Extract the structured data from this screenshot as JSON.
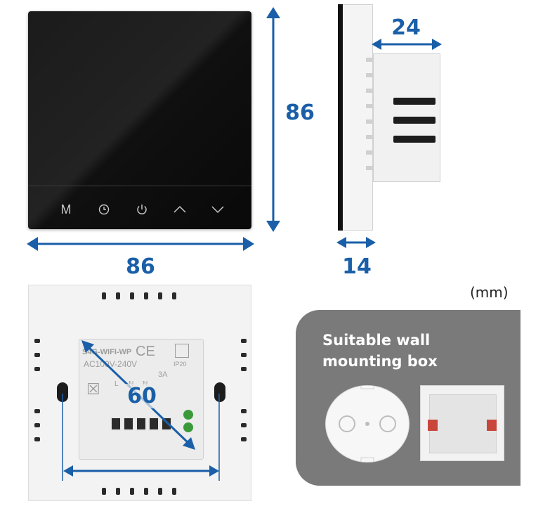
{
  "units": "(mm)",
  "dimensions": {
    "front_width": "86",
    "front_height": "86",
    "side_depth": "24",
    "side_thickness": "14",
    "mount_diag": "60"
  },
  "front_buttons": [
    {
      "label": "M",
      "icon": "mode-icon"
    },
    {
      "label": "◷",
      "icon": "clock-icon"
    },
    {
      "label": "⏻",
      "icon": "power-icon"
    },
    {
      "label": "︿",
      "icon": "chevron-up-icon"
    },
    {
      "label": "﹀",
      "icon": "chevron-down-icon"
    }
  ],
  "module": {
    "model": "S4G-WIFI-WP",
    "ce": "CE",
    "voltage": "AC100V-240V",
    "ip": "IP20",
    "current": "3A",
    "terminals": [
      "L",
      "N",
      "N",
      "",
      "",
      ""
    ]
  },
  "mounting_panel": {
    "title_line1": "Suitable wall",
    "title_line2": "mounting box"
  },
  "colors": {
    "dimension_blue": "#1a5fa8",
    "panel_grey": "#7a7a7a"
  }
}
